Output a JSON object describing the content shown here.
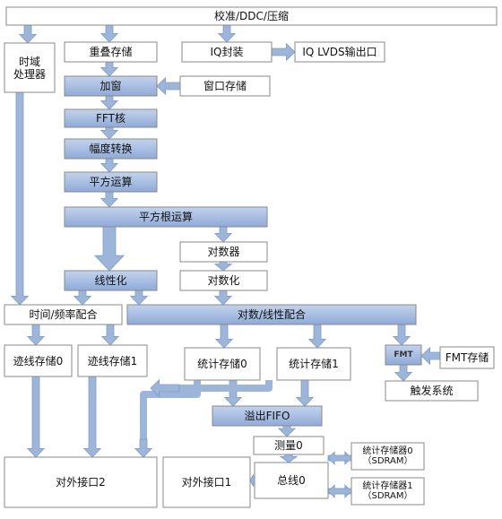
{
  "colors": {
    "arrow": "#9db5d9",
    "arrow_edge": "#7f9cc8",
    "box_edge": "#8a8a8a",
    "blue_top": "#c3d3ec",
    "blue_bottom": "#8faad8"
  },
  "blocks": {
    "calib": "校准/DDC/压缩",
    "timedomain": "时域\n处理器",
    "overlap": "重叠存储",
    "iqpack": "IQ封装",
    "iqlvds": "IQ LVDS输出口",
    "window": "加窗",
    "winstore": "窗口存储",
    "fft": "FFT核",
    "mag": "幅度转换",
    "square": "平方运算",
    "sqrt": "平方根运算",
    "log": "对数器",
    "logize": "对数化",
    "linearize": "线性化",
    "tfmatch": "时间/频率配合",
    "loglinmatch": "对数/线性配合",
    "trace0": "迹线存储0",
    "trace1": "迹线存储1",
    "stat0": "统计存储0",
    "stat1": "统计存储1",
    "fmt": "FMT",
    "fmtstore": "FMT存储",
    "trigger": "触发系统",
    "fifo": "溢出FIFO",
    "measure": "测量0",
    "iface2": "对外接口2",
    "iface1": "对外接口1",
    "bus": "总线0",
    "sram0": "统计存储器0\n（SDRAM）",
    "sram1": "统计存储器1\n（SDRAM）"
  }
}
